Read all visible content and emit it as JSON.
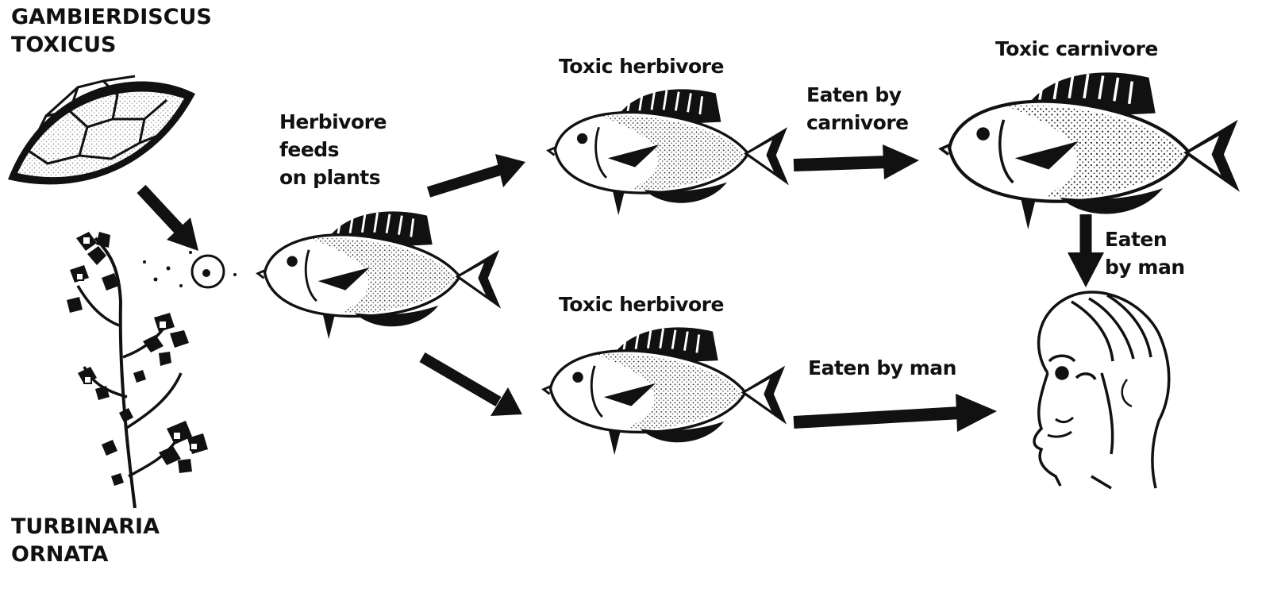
{
  "labels": {
    "gambierdiscus": [
      "GAMBIERDISCUS",
      "TOXICUS"
    ],
    "turbinaria": [
      "TURBINARIA",
      "ORNATA"
    ],
    "herbivore_feeds": [
      "Herbivore",
      "feeds",
      "on plants"
    ],
    "toxic_herbivore_top": "Toxic herbivore",
    "toxic_herbivore_bottom": "Toxic herbivore",
    "toxic_carnivore": "Toxic carnivore",
    "eaten_by_carnivore": [
      "Eaten by",
      "carnivore"
    ],
    "eaten_by_man_right": [
      "Eaten",
      "by man"
    ],
    "eaten_by_man_bottom": "Eaten by man"
  },
  "colors": {
    "ink": "#111111",
    "paper": "#ffffff"
  },
  "icons": [
    "gambierdiscus-cell-icon",
    "turbinaria-seaweed-icon",
    "herbivore-fish-icon",
    "toxic-herbivore-fish-icon",
    "toxic-carnivore-fish-icon",
    "human-head-icon",
    "arrow-icon"
  ]
}
